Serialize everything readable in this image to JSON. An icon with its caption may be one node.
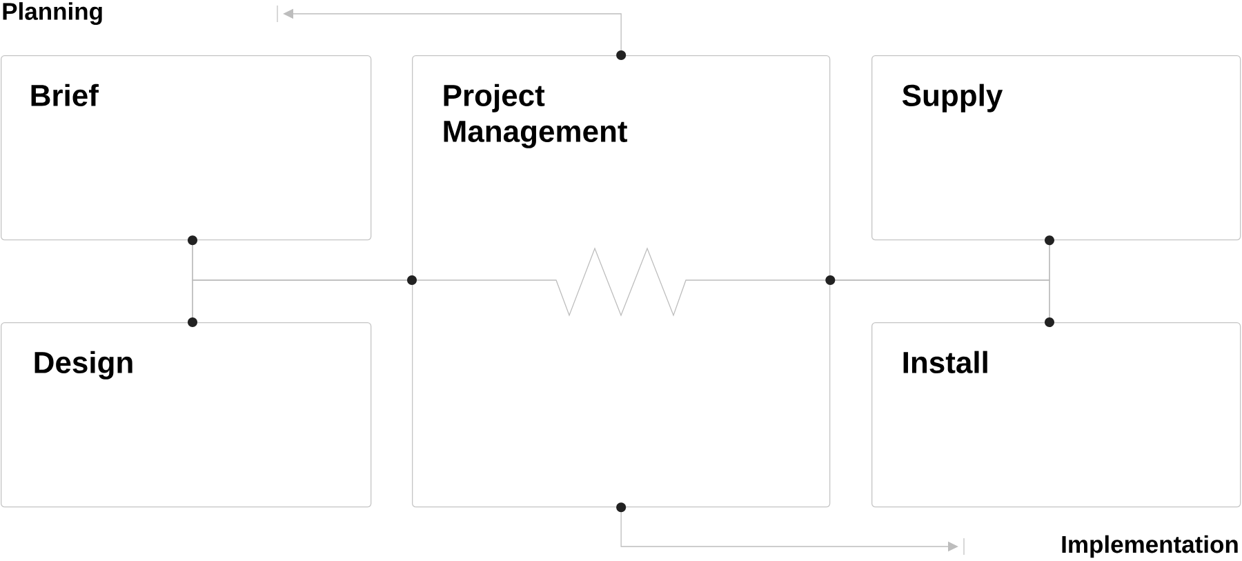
{
  "diagram": {
    "nodes": [
      {
        "text": [
          "Brief"
        ]
      },
      {
        "text": [
          "Design"
        ]
      },
      {
        "text": [
          "Project Management"
        ]
      },
      {
        "text": [
          "Supply"
        ]
      },
      {
        "text": [
          "Install"
        ]
      }
    ],
    "edges": [
      {
        "from": 2,
        "to": null,
        "arrow": "to"
      },
      {
        "from": 0,
        "to": 1,
        "arrow": "none"
      },
      {
        "from": 0,
        "to": 2,
        "arrow": "none"
      },
      {
        "from": 1,
        "to": 2,
        "arrow": "none"
      },
      {
        "from": 3,
        "to": 4,
        "arrow": "none"
      },
      {
        "from": 3,
        "to": 2,
        "arrow": "none"
      },
      {
        "from": 4,
        "to": 2,
        "arrow": "none"
      },
      {
        "from": 2,
        "to": null,
        "arrow": "to"
      }
    ],
    "labels": [
      "Planning",
      "Implementation"
    ]
  }
}
